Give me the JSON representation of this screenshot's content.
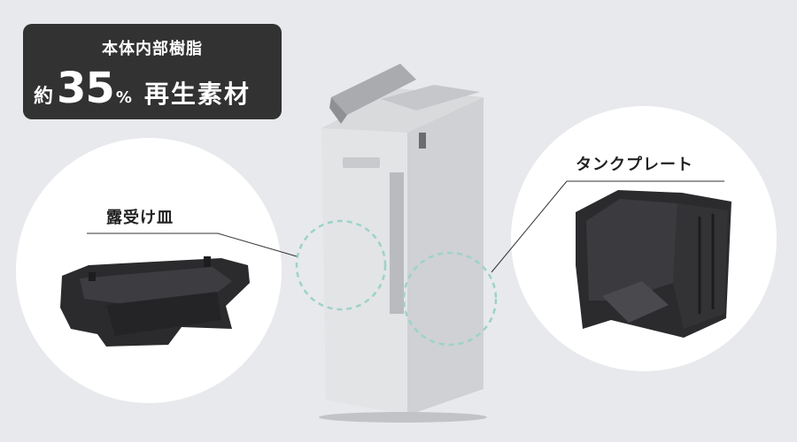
{
  "badge": {
    "top_text": "本体内部樹脂",
    "prefix": "約",
    "number": "35",
    "percent_sign": "%",
    "suffix": "再生素材"
  },
  "callouts": {
    "left_label": "露受け皿",
    "right_label": "タンクプレート"
  },
  "colors": {
    "background": "#e8e9ec",
    "badge_bg": "#323232",
    "dashed_circle": "#9cd3c8",
    "part_dark": "#2b2b2e"
  }
}
